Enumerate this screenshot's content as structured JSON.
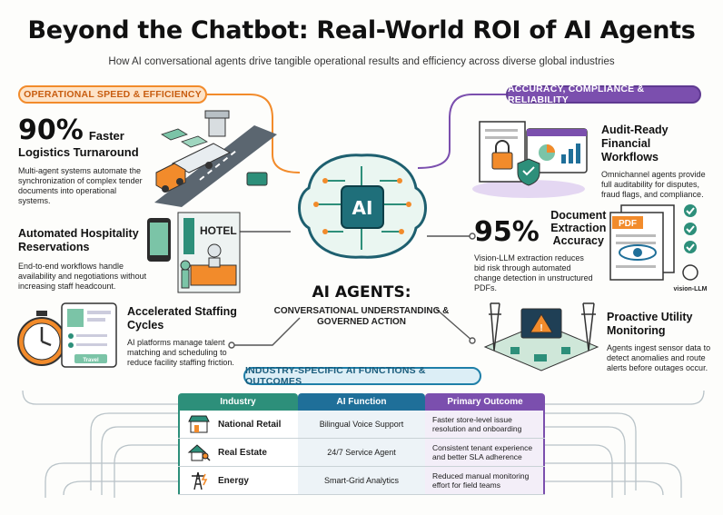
{
  "title": "Beyond the Chatbot: Real-World ROI of AI Agents",
  "subtitle": "How AI conversational agents drive tangible operational results and efficiency across diverse global industries",
  "left_banner": "OPERATIONAL SPEED & EFFICIENCY",
  "right_banner": "ACCURACY, COMPLIANCE & RELIABILITY",
  "logistics": {
    "stat": "90%",
    "label_line1": "Faster",
    "label_line2": "Logistics Turnaround",
    "desc": "Multi-agent systems automate the synchronization of complex tender documents into operational systems."
  },
  "hospitality": {
    "heading": "Automated Hospitality Reservations",
    "desc": "End-to-end workflows handle availability and negotiations without increasing staff headcount.",
    "sign": "HOTEL"
  },
  "staffing": {
    "heading": "Accelerated Staffing Cycles",
    "desc": "AI platforms manage talent matching and scheduling to reduce facility staffing friction.",
    "card_label": "Travel"
  },
  "center": {
    "chip": "AI",
    "title": "AI AGENTS:",
    "sub": "CONVERSATIONAL UNDERSTANDING & GOVERNED ACTION"
  },
  "audit": {
    "heading": "Audit-Ready Financial Workflows",
    "desc": "Omnichannel agents provide full auditability for disputes, fraud flags, and compliance."
  },
  "extraction": {
    "stat": "95%",
    "label": "Document Extraction Accuracy",
    "desc": "Vision-LLM extraction reduces bid risk through automated change detection in unstructured PDFs.",
    "pdf_tag": "PDF",
    "model_tag": "vision-LLM"
  },
  "utility": {
    "heading": "Proactive Utility Monitoring",
    "desc": "Agents ingest sensor data to detect anomalies and route alerts before outages occur."
  },
  "table": {
    "banner": "INDUSTRY-SPECIFIC AI FUNCTIONS & OUTCOMES",
    "headers": [
      "Industry",
      "AI Function",
      "Primary Outcome"
    ],
    "rows": [
      {
        "industry": "National Retail",
        "function": "Bilingual Voice Support",
        "outcome": "Faster store-level issue resolution and onboarding",
        "icon": "store-icon"
      },
      {
        "industry": "Real Estate",
        "function": "24/7 Service Agent",
        "outcome": "Consistent tenant experience and better SLA adherence",
        "icon": "house-key-icon"
      },
      {
        "industry": "Energy",
        "function": "Smart-Grid Analytics",
        "outcome": "Reduced manual monitoring effort for field teams",
        "icon": "power-tower-icon"
      }
    ]
  },
  "colors": {
    "orange": "#f28b2b",
    "purple": "#7b4fae",
    "teal": "#2d8f7a",
    "blue": "#1f6f99"
  }
}
